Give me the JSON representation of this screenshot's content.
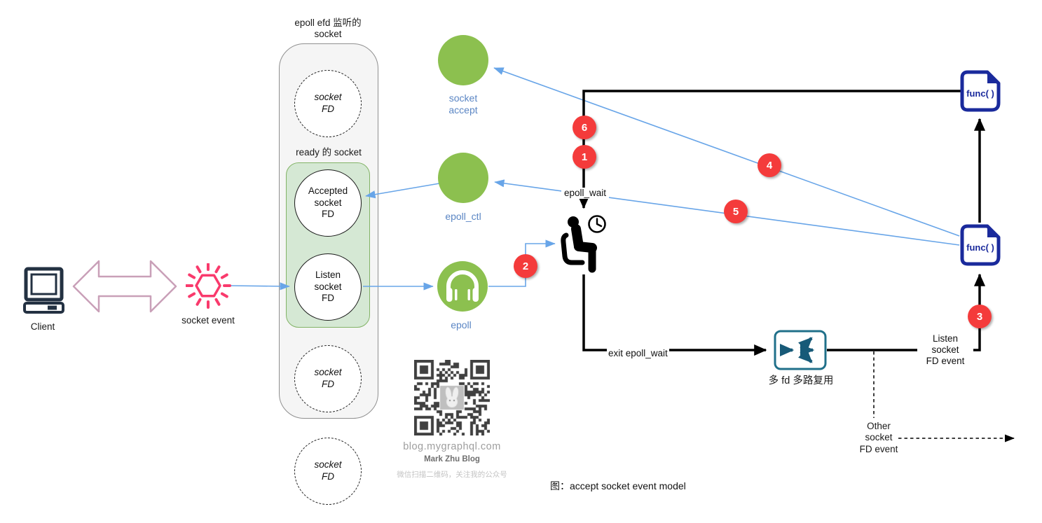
{
  "caption": "图：accept socket event model",
  "client": {
    "label": "Client"
  },
  "socket_event": {
    "label": "socket event"
  },
  "epoll_container": {
    "title": "epoll efd 监听的\nsocket",
    "socket_fd_top": "socket\nFD",
    "ready_label": "ready 的 socket",
    "accepted_fd": "Accepted\nsocket\nFD",
    "listen_fd": "Listen\nsocket\nFD",
    "socket_fd_bottom": "socket\nFD",
    "socket_fd_outside": "socket\nFD"
  },
  "api_nodes": {
    "socket_accept": "socket\naccept",
    "epoll_ctl": "epoll_ctl",
    "epoll": "epoll"
  },
  "steps": {
    "s1": "1",
    "s2": "2",
    "s3": "3",
    "s4": "4",
    "s5": "5",
    "s6": "6"
  },
  "flow": {
    "epoll_wait": "epoll_wait",
    "exit_epoll_wait": "exit epoll_wait",
    "multiplex_label": "多 fd 多路复用",
    "listen_fd_event": "Listen\nsocket\nFD event",
    "other_fd_event": "Other\nsocket\nFD event",
    "func_top": "func( )",
    "func_bottom": "func( )"
  },
  "qr": {
    "site": "blog.mygraphql.com",
    "name": "Mark Zhu Blog",
    "note": "微信扫描二维码，关注我的公众号"
  },
  "colors": {
    "node_green": "#8CC04F",
    "ready_fill": "#D5E8D4",
    "ready_border": "#82B366",
    "badge_red": "#F43B3B",
    "line_blue": "#68A5E8",
    "label_blue": "#5B86C4",
    "func_navy": "#1A2A9C",
    "mux_teal": "#20708A",
    "client_dark": "#233142",
    "event_pink": "#F93A6C",
    "arrow_mauve": "#C9A0B8"
  }
}
